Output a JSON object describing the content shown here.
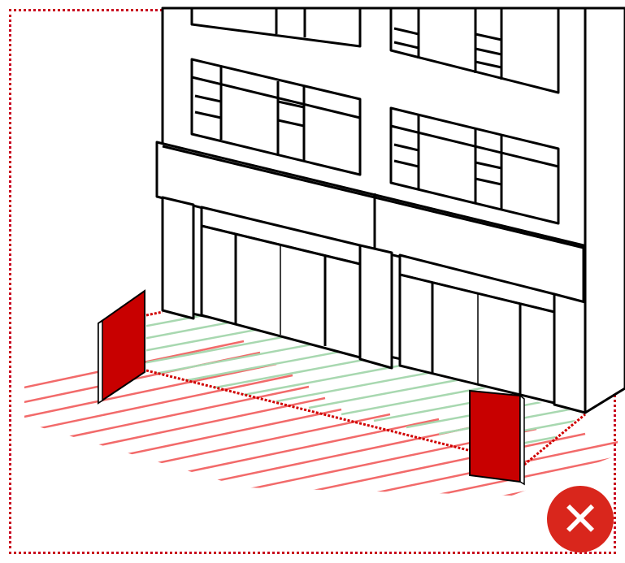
{
  "scene": {
    "subject": "storefront-building",
    "zones": [
      {
        "name": "allowed-zone",
        "color": "#a8d8b0"
      },
      {
        "name": "restricted-zone",
        "color": "#f26a6a"
      }
    ],
    "boundary_color": "#d00000",
    "sign_color": "#c80000"
  },
  "badge": {
    "icon": "close-icon",
    "glyph": "✕",
    "color": "#d9261c"
  }
}
